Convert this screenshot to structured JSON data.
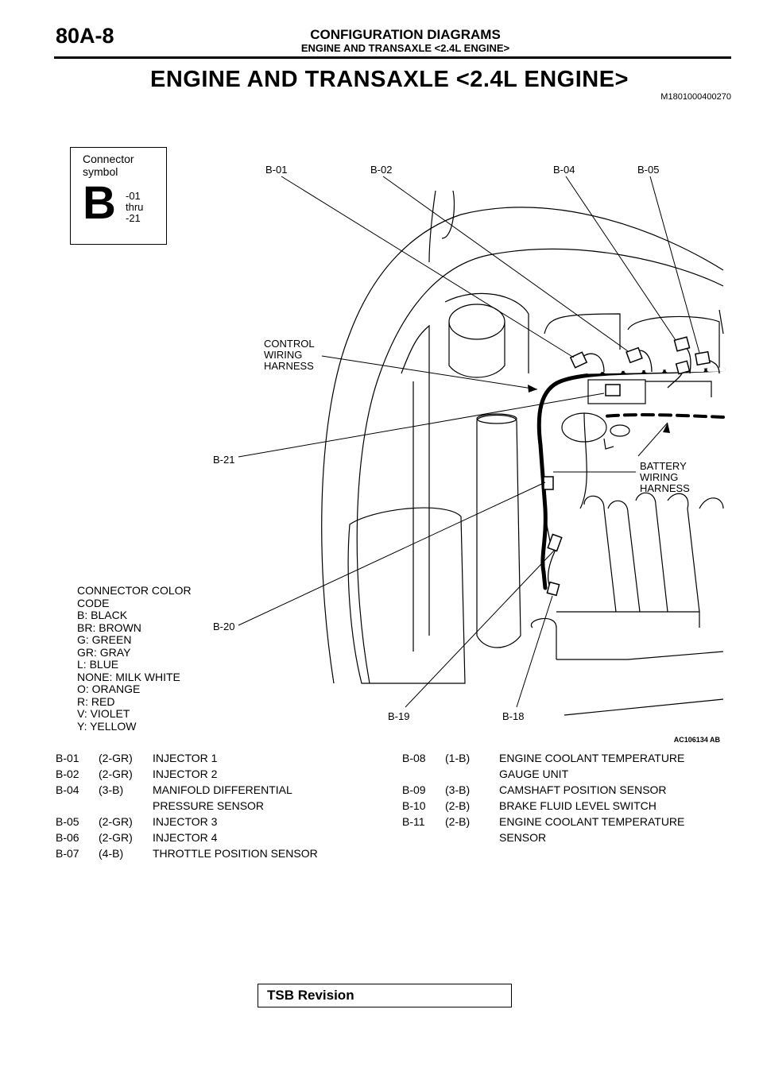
{
  "header": {
    "page_number": "80A-8",
    "section_title": "CONFIGURATION DIAGRAMS",
    "section_subtitle": "ENGINE AND TRANSAXLE <2.4L ENGINE>"
  },
  "main_title": "ENGINE AND TRANSAXLE <2.4L ENGINE>",
  "doc_code": "M1801000400270",
  "connector_symbol": {
    "title": "Connector symbol",
    "letter": "B",
    "range_lines": [
      "-01",
      "thru",
      "-21"
    ]
  },
  "callouts": {
    "b01": "B-01",
    "b02": "B-02",
    "b04": "B-04",
    "b05": "B-05",
    "b21": "B-21",
    "b20": "B-20",
    "b19": "B-19",
    "b18": "B-18",
    "control_harness": [
      "CONTROL",
      "WIRING",
      "HARNESS"
    ],
    "battery_harness": [
      "BATTERY",
      "WIRING",
      "HARNESS"
    ]
  },
  "color_legend": [
    "CONNECTOR COLOR",
    "CODE",
    "B: BLACK",
    "BR: BROWN",
    "G: GREEN",
    "GR: GRAY",
    "L: BLUE",
    "NONE: MILK WHITE",
    "O: ORANGE",
    "R: RED",
    "V: VIOLET",
    "Y: YELLOW"
  ],
  "figure_code": "AC106134 AB",
  "connectors_left": [
    {
      "id": "B-01",
      "type": "(2-GR)",
      "name": [
        "INJECTOR 1"
      ]
    },
    {
      "id": "B-02",
      "type": "(2-GR)",
      "name": [
        "INJECTOR 2"
      ]
    },
    {
      "id": "B-04",
      "type": "(3-B)",
      "name": [
        "MANIFOLD DIFFERENTIAL",
        "PRESSURE SENSOR"
      ]
    },
    {
      "id": "B-05",
      "type": "(2-GR)",
      "name": [
        "INJECTOR 3"
      ]
    },
    {
      "id": "B-06",
      "type": "(2-GR)",
      "name": [
        "INJECTOR 4"
      ]
    },
    {
      "id": "B-07",
      "type": "(4-B)",
      "name": [
        "THROTTLE POSITION SENSOR"
      ]
    }
  ],
  "connectors_right": [
    {
      "id": "B-08",
      "type": "(1-B)",
      "name": [
        "ENGINE COOLANT TEMPERATURE",
        "GAUGE UNIT"
      ]
    },
    {
      "id": "B-09",
      "type": "(3-B)",
      "name": [
        "CAMSHAFT POSITION SENSOR"
      ]
    },
    {
      "id": "B-10",
      "type": "(2-B)",
      "name": [
        "BRAKE FLUID LEVEL SWITCH"
      ]
    },
    {
      "id": "B-11",
      "type": "(2-B)",
      "name": [
        "ENGINE COOLANT TEMPERATURE",
        "SENSOR"
      ]
    }
  ],
  "footer": {
    "tsb_label": "TSB Revision"
  }
}
